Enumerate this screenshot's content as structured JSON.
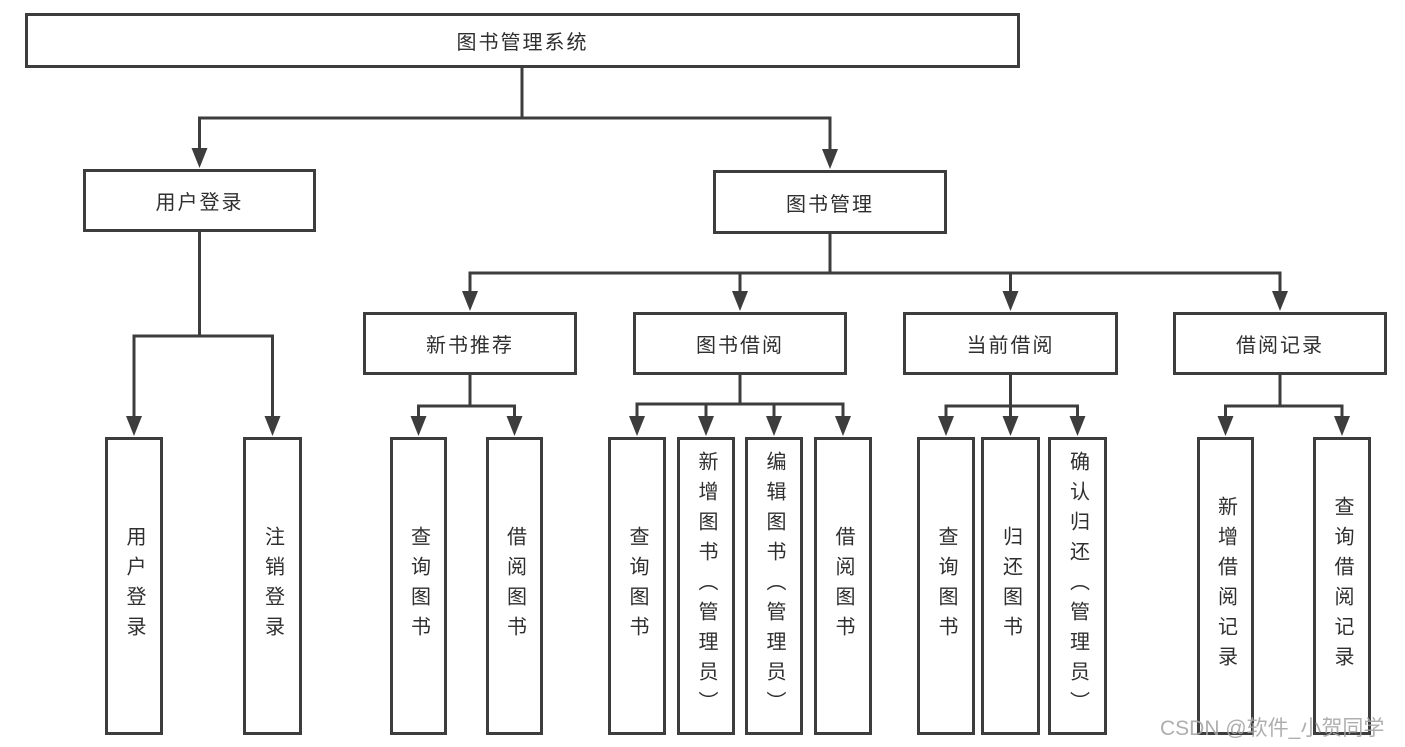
{
  "colors": {
    "line": "#3d3d3d",
    "text": "#2f2f2f",
    "box_bg": "#ffffff",
    "watermark": "#a6a6a6"
  },
  "watermark": "CSDN @软件_小贺同学",
  "tree": {
    "root": "图书管理系统",
    "branches": [
      {
        "label": "用户登录",
        "children": [
          "用户登录",
          "注销登录"
        ]
      },
      {
        "label": "图书管理",
        "children": [
          {
            "label": "新书推荐",
            "children": [
              "查询图书",
              "借阅图书"
            ]
          },
          {
            "label": "图书借阅",
            "children": [
              "查询图书",
              "新增图书（管理员）",
              "编辑图书（管理员）",
              "借阅图书"
            ]
          },
          {
            "label": "当前借阅",
            "children": [
              "查询图书",
              "归还图书",
              "确认归还（管理员）"
            ]
          },
          {
            "label": "借阅记录",
            "children": [
              "新增借阅记录",
              "查询借阅记录"
            ]
          }
        ]
      }
    ]
  }
}
